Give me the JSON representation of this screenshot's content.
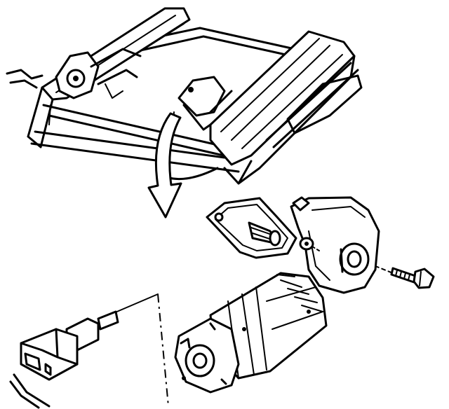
{
  "illustration": {
    "subject": "power-seat-adjuster-motor-exploded-view",
    "background": "#ffffff",
    "ink": "#000000",
    "parts": [
      "seat-adjuster-frame",
      "seat-track-left",
      "seat-track-right",
      "crossbar",
      "motor-mounting-plate",
      "drive-shaft",
      "gear-box",
      "motor-armature-housing",
      "mounting-bolt",
      "electrical-connector",
      "removal-direction-arrow"
    ],
    "labels": []
  }
}
